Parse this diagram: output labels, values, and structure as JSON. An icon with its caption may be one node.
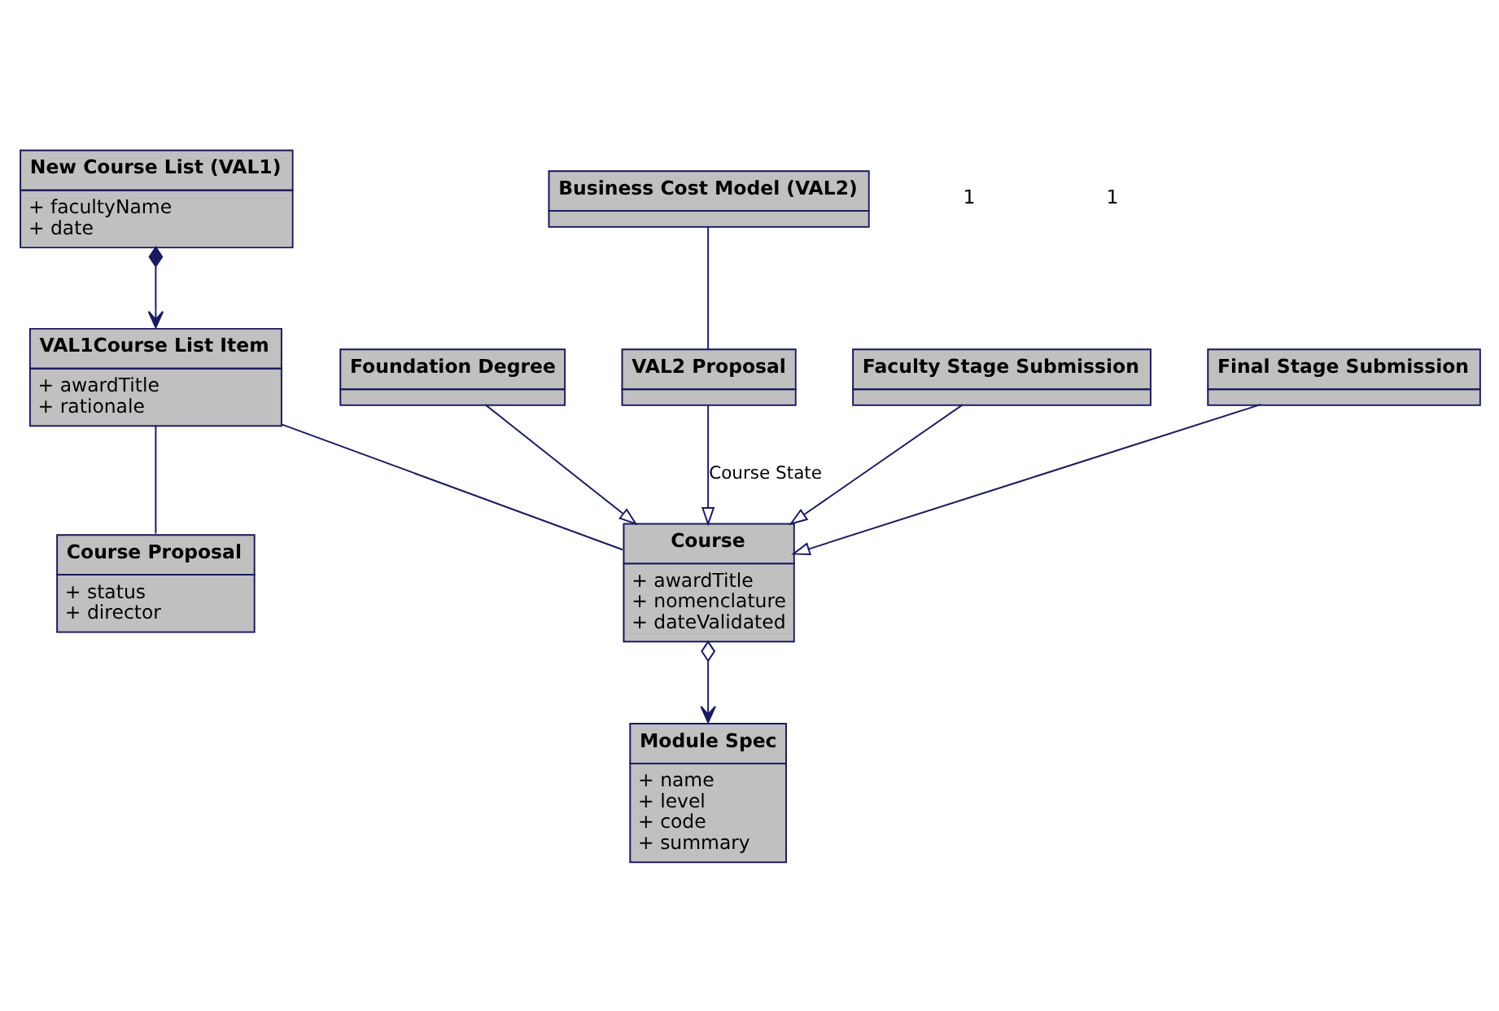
{
  "diagram": {
    "nodes": [
      {
        "text": [
          "New Course List (VAL1)",
          "+ facultyName",
          "+ date"
        ]
      },
      {
        "text": [
          "VAL1Course List Item",
          "+ awardTitle",
          "+ rationale"
        ]
      },
      {
        "text": [
          "Course Proposal",
          "+ status",
          "+ director"
        ]
      },
      {
        "text": [
          "Foundation Degree"
        ]
      },
      {
        "text": [
          "Course",
          "+ awardTitle",
          "+ nomenclature",
          "+ dateValidated"
        ]
      },
      {
        "text": [
          "Module Spec",
          "+ name",
          "+ level",
          "+ code",
          "+ summary"
        ]
      },
      {
        "text": [
          "Business Cost Model (VAL2)"
        ]
      },
      {
        "text": [
          "VAL2 Proposal"
        ]
      },
      {
        "text": [
          "Faculty Stage Submission"
        ]
      },
      {
        "text": [
          "Final Stage Submission"
        ]
      }
    ],
    "edges": [
      {
        "from": 0,
        "to": 1,
        "arrow": "to"
      },
      {
        "from": 1,
        "to": 2,
        "arrow": "none"
      },
      {
        "from": 1,
        "to": 4,
        "arrow": "none"
      },
      {
        "from": 3,
        "to": 4,
        "arrow": "to"
      },
      {
        "from": 4,
        "to": 5,
        "arrow": "to"
      },
      {
        "from": 6,
        "to": 7,
        "arrow": "none"
      },
      {
        "from": 7,
        "to": 4,
        "arrow": "to",
        "label": "Course State"
      },
      {
        "from": 8,
        "to": 4,
        "arrow": "to"
      },
      {
        "from": 9,
        "to": 4,
        "arrow": "to"
      }
    ],
    "labels": [
      "1",
      "1"
    ]
  }
}
